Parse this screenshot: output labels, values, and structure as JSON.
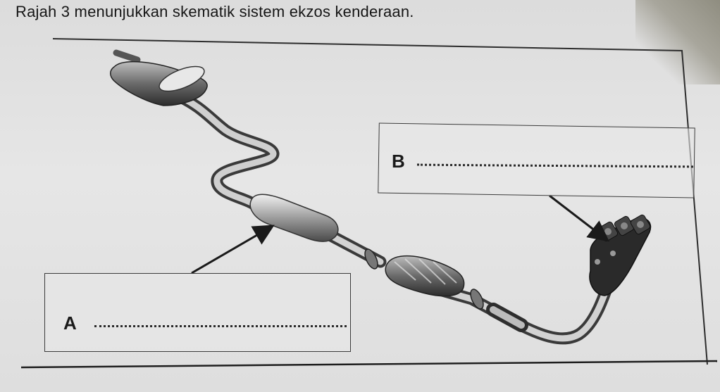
{
  "page": {
    "title": "Rajah 3 menunjukkan skematik sistem ekzos kenderaan."
  },
  "figure": {
    "labels": {
      "a": "A",
      "b": "B"
    },
    "icon": "exhaust-system-drawing"
  }
}
